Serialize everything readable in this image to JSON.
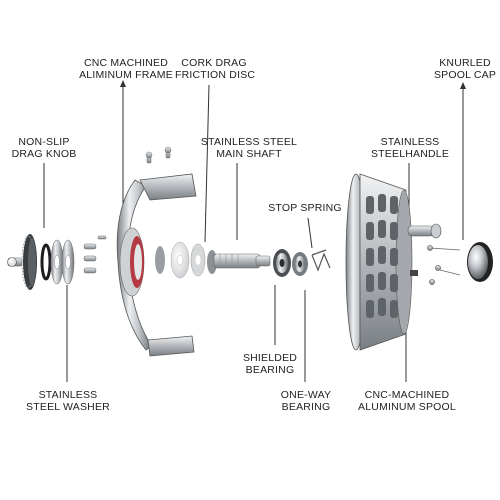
{
  "labels": {
    "frame": [
      "CNC MACHINED",
      "ALIMINUM FRAME"
    ],
    "cork": [
      "CORK DRAG",
      "FRICTION DISC"
    ],
    "knurled": [
      "KNURLED",
      "SPOOL CAP"
    ],
    "knob": [
      "NON-SLIP",
      "DRAG KNOB"
    ],
    "shaft": [
      "STAINLESS STEEL",
      "MAIN SHAFT"
    ],
    "handle": [
      "STAINLESS",
      "STEELHANDLE"
    ],
    "stopspring": [
      "STOP SPRING"
    ],
    "shielded": [
      "SHIELDED",
      "BEARING"
    ],
    "washer": [
      "STAINLESS",
      "STEEL WASHER"
    ],
    "oneway": [
      "ONE-WAY",
      "BEARING"
    ],
    "spool": [
      "CNC-MACHINED",
      "ALUMINUM SPOOL"
    ]
  },
  "colors": {
    "line": "#333333",
    "metal_light": "#e6e8ea",
    "metal_mid": "#b8bcc0",
    "metal_dark": "#6e7378",
    "black": "#1c1c1c",
    "red": "#b0202a"
  }
}
